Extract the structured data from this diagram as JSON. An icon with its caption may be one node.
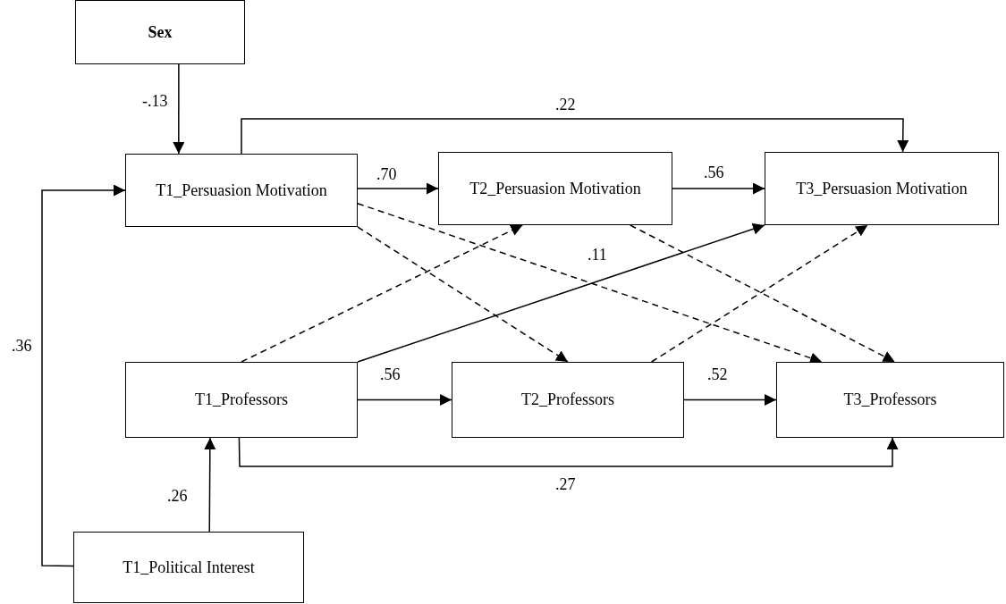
{
  "diagram": {
    "nodes": [
      {
        "text": [
          "Sex"
        ]
      },
      {
        "text": [
          "T1_Persuasion Motivation"
        ]
      },
      {
        "text": [
          "T2_Persuasion Motivation"
        ]
      },
      {
        "text": [
          "T3_Persuasion Motivation"
        ]
      },
      {
        "text": [
          "T1_Professors"
        ]
      },
      {
        "text": [
          "T2_Professors"
        ]
      },
      {
        "text": [
          "T3_Professors"
        ]
      },
      {
        "text": [
          "T1_Political Interest"
        ]
      }
    ],
    "edges": [
      {
        "from": 0,
        "to": 1,
        "arrow": "to",
        "label": "-.13"
      },
      {
        "from": 1,
        "to": 3,
        "arrow": "to",
        "label": ".22"
      },
      {
        "from": 1,
        "to": 2,
        "arrow": "to",
        "label": ".70"
      },
      {
        "from": 2,
        "to": 3,
        "arrow": "to",
        "label": ".56"
      },
      {
        "from": 1,
        "to": 5,
        "arrow": "to",
        "style": "dashed"
      },
      {
        "from": 1,
        "to": 6,
        "arrow": "to",
        "style": "dashed"
      },
      {
        "from": 4,
        "to": 2,
        "arrow": "to",
        "style": "dashed"
      },
      {
        "from": 4,
        "to": 3,
        "arrow": "to",
        "label": ".11"
      },
      {
        "from": 5,
        "to": 3,
        "arrow": "to",
        "style": "dashed"
      },
      {
        "from": 2,
        "to": 6,
        "arrow": "to",
        "style": "dashed"
      },
      {
        "from": 4,
        "to": 5,
        "arrow": "to",
        "label": ".56"
      },
      {
        "from": 5,
        "to": 6,
        "arrow": "to",
        "label": ".52"
      },
      {
        "from": 4,
        "to": 6,
        "arrow": "to",
        "label": ".27"
      },
      {
        "from": 7,
        "to": 4,
        "arrow": "to",
        "label": ".26"
      },
      {
        "from": 7,
        "to": 1,
        "arrow": "to",
        "label": ".36"
      }
    ]
  }
}
